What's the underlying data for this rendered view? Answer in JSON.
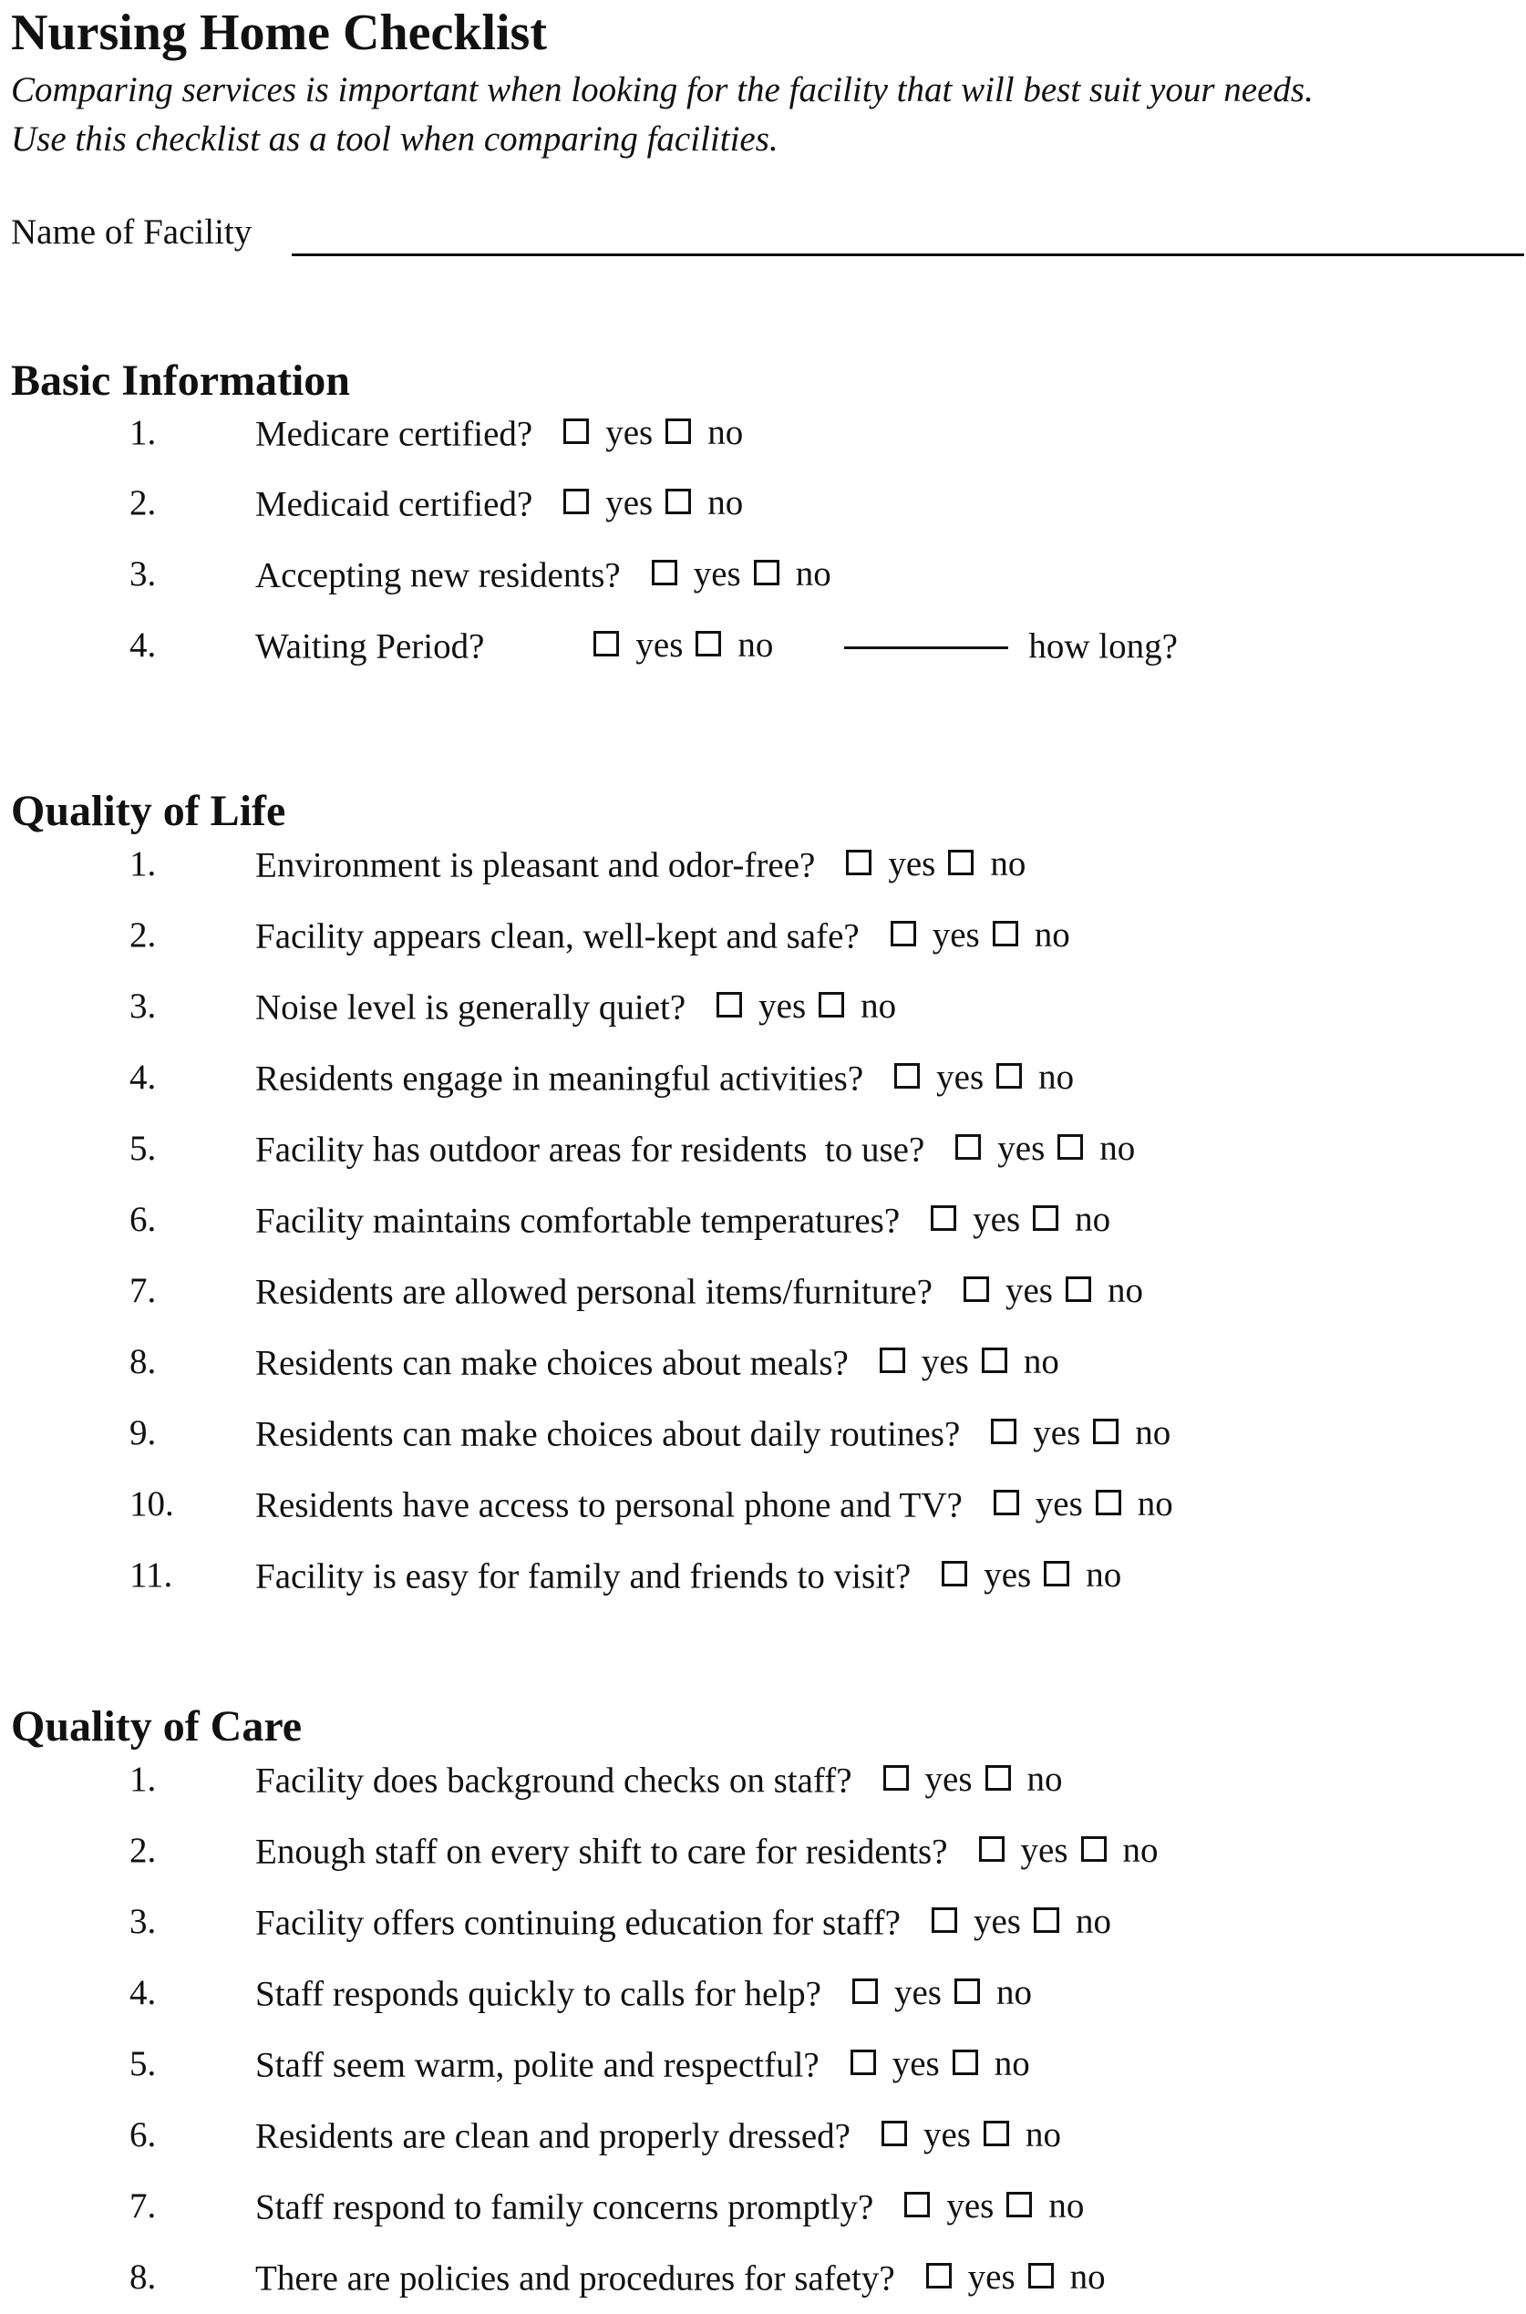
{
  "header": {
    "title": "Nursing Home Checklist",
    "subtitle_line1": "Comparing services is important when looking for the facility that will best suit your needs.",
    "subtitle_line2": "Use this checklist as a tool when comparing facilities."
  },
  "facility": {
    "label": "Name of Facility"
  },
  "answers": {
    "yes": "yes",
    "no": "no"
  },
  "basic": {
    "heading": "Basic Information",
    "items": [
      {
        "num": "1.",
        "q": "Medicare certified?"
      },
      {
        "num": "2.",
        "q": "Medicaid certified?"
      },
      {
        "num": "3.",
        "q": "Accepting new residents?"
      },
      {
        "num": "4.",
        "q": "Waiting Period?",
        "extra": "how long?"
      }
    ]
  },
  "life": {
    "heading": "Quality of Life",
    "items": [
      {
        "num": "1.",
        "q": "Environment is pleasant and odor-free?"
      },
      {
        "num": "2.",
        "q": "Facility appears clean, well-kept and safe?"
      },
      {
        "num": "3.",
        "q": "Noise level is generally quiet?"
      },
      {
        "num": "4.",
        "q": "Residents engage in meaningful activities?"
      },
      {
        "num": "5.",
        "q": "Facility has outdoor areas for residents  to use?"
      },
      {
        "num": "6.",
        "q": "Facility maintains comfortable temperatures?"
      },
      {
        "num": "7.",
        "q": "Residents are allowed personal items/furniture?"
      },
      {
        "num": "8.",
        "q": "Residents can make choices about meals?"
      },
      {
        "num": "9.",
        "q": "Residents can make choices about daily routines?"
      },
      {
        "num": "10.",
        "q": "Residents have access to personal phone and TV?"
      },
      {
        "num": "11.",
        "q": "Facility is easy for family and friends to visit?"
      }
    ]
  },
  "care": {
    "heading": "Quality of Care",
    "items": [
      {
        "num": "1.",
        "q": "Facility does background checks on staff?"
      },
      {
        "num": "2.",
        "q": "Enough staff on every shift to care for residents?"
      },
      {
        "num": "3.",
        "q": "Facility offers continuing education for staff?"
      },
      {
        "num": "4.",
        "q": "Staff responds quickly to calls for help?"
      },
      {
        "num": "5.",
        "q": "Staff seem warm, polite and respectful?"
      },
      {
        "num": "6.",
        "q": "Residents are clean and properly dressed?"
      },
      {
        "num": "7.",
        "q": "Staff respond to family concerns promptly?"
      },
      {
        "num": "8.",
        "q": "There are policies and procedures for safety?"
      }
    ]
  }
}
